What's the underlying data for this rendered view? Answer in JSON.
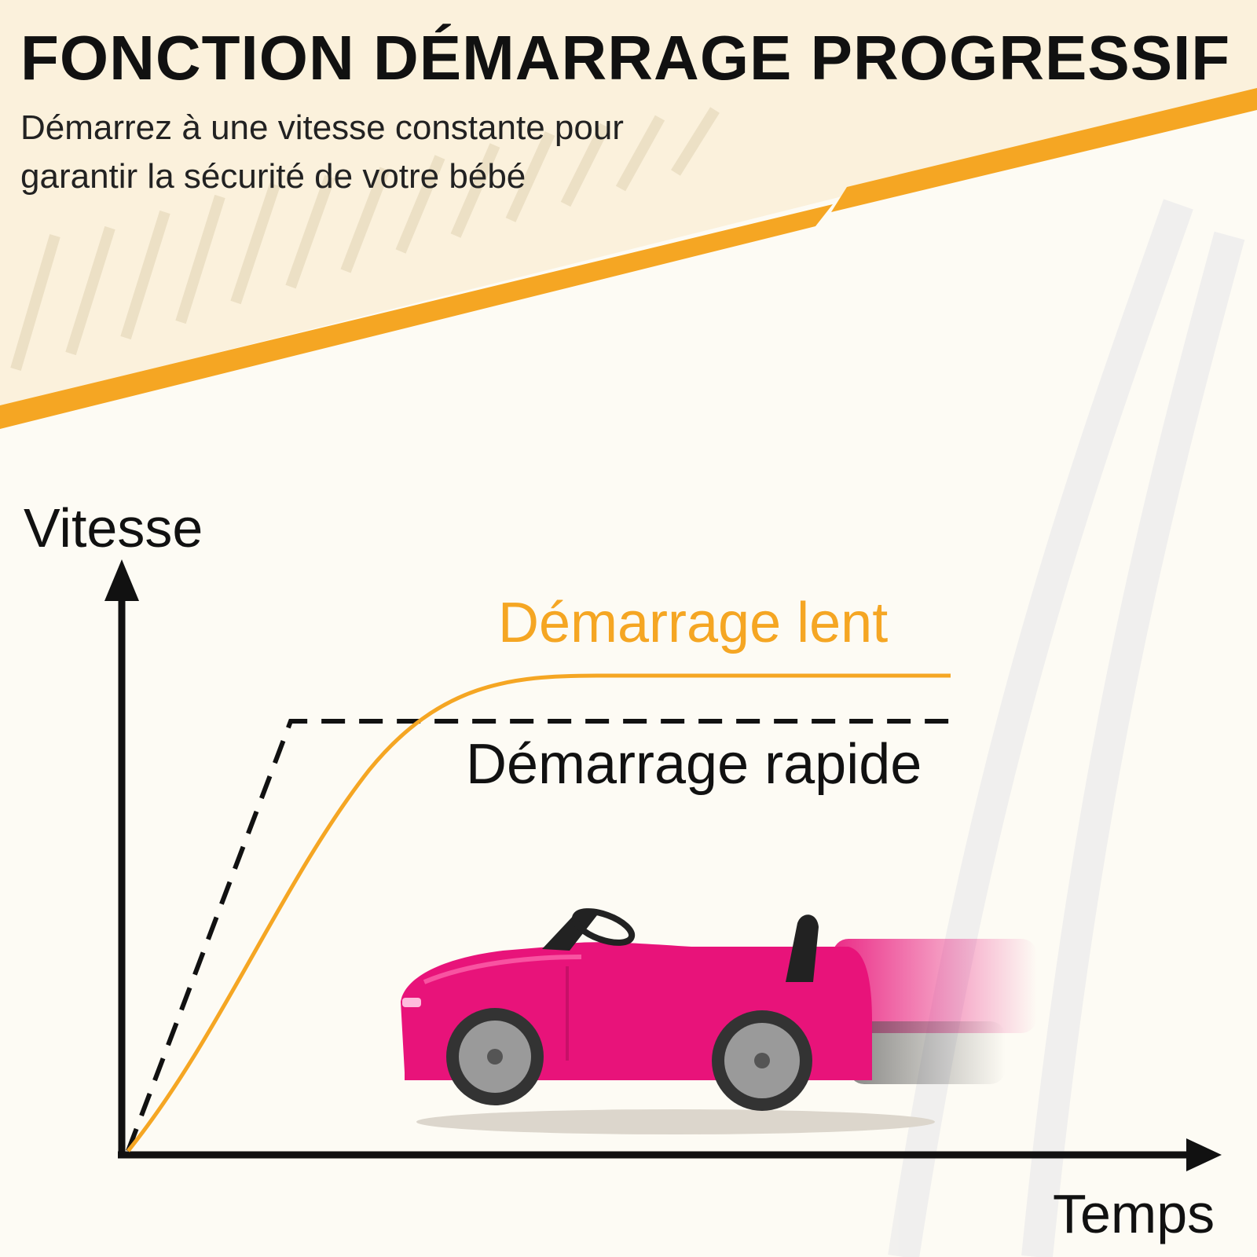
{
  "header": {
    "title": "FONCTION DÉMARRAGE PROGRESSIF",
    "subtitle_line1": "Démarrez à une vitesse constante pour",
    "subtitle_line2": "garantir la sécurité de votre bébé"
  },
  "graph": {
    "y_axis_label": "Vitesse",
    "x_axis_label": "Temps",
    "slow_start_label": "Démarrage lent",
    "fast_start_label": "Démarrage rapide"
  },
  "colors": {
    "accent_orange": "#f5a623",
    "band_cream": "#fbf1dc",
    "car_pink": "#e8137a",
    "axis_black": "#111111"
  },
  "illustration": {
    "subject": "pink-ride-on-car",
    "background_pattern": "tire-tracks"
  }
}
